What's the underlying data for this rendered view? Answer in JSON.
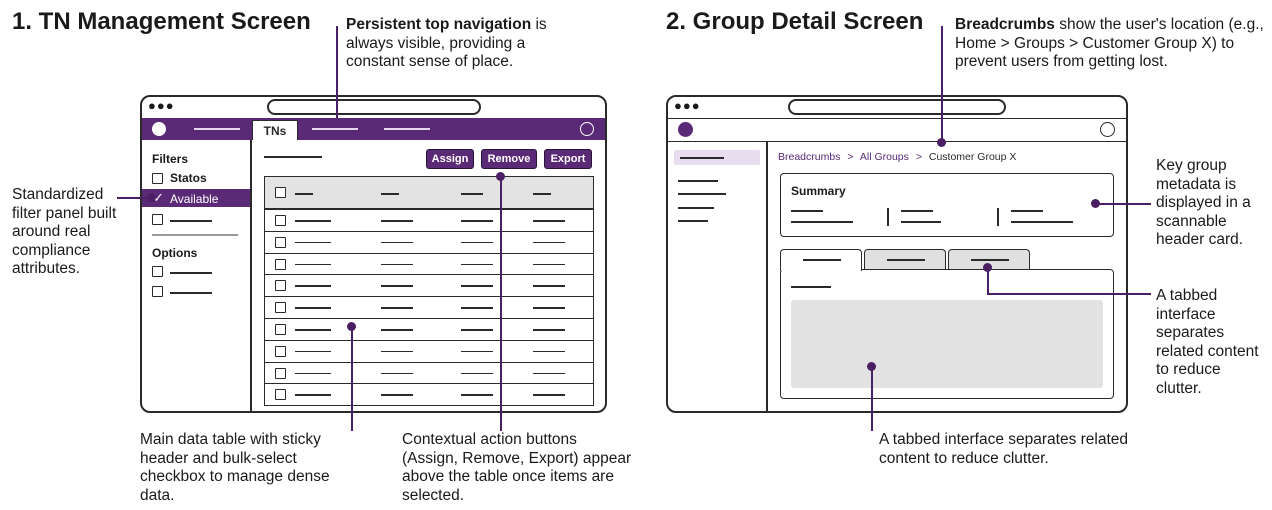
{
  "titles": {
    "tn_management": "1. TN Management Screen",
    "group_detail": "2. Group Detail Screen"
  },
  "callouts": {
    "top_nav_bold": "Persistent top navigation",
    "top_nav_rest": " is always visible, providing a constant sense of place.",
    "filter_panel": "Standardized filter panel built around real compliance attributes.",
    "data_table": "Main data table with sticky header and bulk-select checkbox to manage dense data.",
    "action_buttons": "Contextual action buttons (Assign, Remove, Export) appear above the table once items are selected.",
    "breadcrumbs_bold": "Breadcrumbs",
    "breadcrumbs_rest": " show the user's location (e.g., Home > Groups > Customer Group X) to prevent users from getting lost.",
    "header_card": "Key group metadata is displayed in a scannable header card.",
    "tabs_right": "A tabbed interface separates related content to reduce clutter.",
    "tabs_bottom": "A tabbed interface separates related content to reduce clutter."
  },
  "screen1": {
    "window_dots": "●●●",
    "nav_tab": "TNs",
    "filters_heading": "Filters",
    "filter_status": "Statos",
    "filter_available": "Available",
    "filter_check": "✓",
    "options_heading": "Options",
    "actions": [
      "Assign",
      "Remove",
      "Export"
    ]
  },
  "screen2": {
    "window_dots": "●●●",
    "breadcrumb": {
      "root": "Breadcrumbs",
      "sep1": ">",
      "middle": "All Groups",
      "sep2": ">",
      "current": "Customer Group X"
    },
    "summary_label": "Summary"
  },
  "colors": {
    "brand": "#5b2a77",
    "accent_dark": "#4a1f63"
  }
}
